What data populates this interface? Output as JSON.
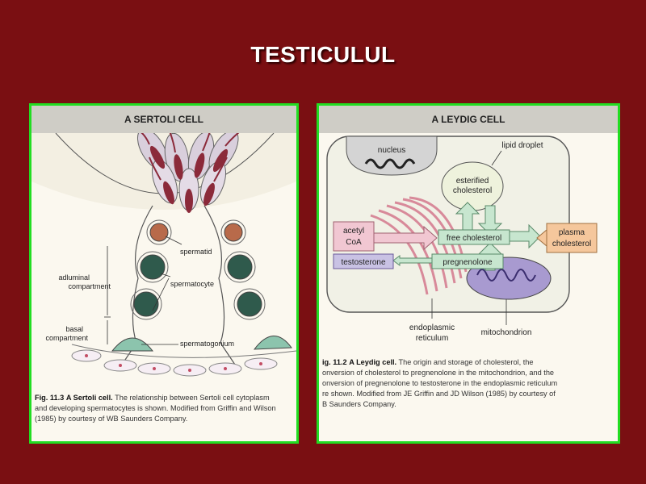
{
  "slide": {
    "title": "TESTICULUL"
  },
  "sertoli": {
    "header": "A SERTOLI CELL",
    "labels": {
      "spermatid": "spermatid",
      "adluminal": "adluminal",
      "compartment1": "compartment",
      "spermatocyte": "spermatocyte",
      "basal": "basal",
      "compartment2": "compartment",
      "spermatogonium": "spermatogonium"
    },
    "caption": {
      "fig": "Fig. 11.3",
      "title": "A Sertoli cell.",
      "line1": "The relationship between Sertoli cell cytoplasm",
      "line2": "and developing spermatocytes is shown. Modified from Griffin and Wilson",
      "line3": "(1985) by courtesy of WB Saunders Company."
    }
  },
  "leydig": {
    "header": "A LEYDIG CELL",
    "labels": {
      "nucleus": "nucleus",
      "lipid_droplet": "lipid droplet",
      "esterified1": "esterified",
      "esterified2": "cholesterol",
      "acetyl1": "acetyl",
      "acetyl2": "CoA",
      "free_cholesterol": "free cholesterol",
      "plasma1": "plasma",
      "plasma2": "cholesterol",
      "testosterone": "testosterone",
      "pregnenolone": "pregnenolone",
      "er1": "endoplasmic",
      "er2": "reticulum",
      "mitochondrion": "mitochondrion"
    },
    "caption": {
      "fig": "ig. 11.2",
      "title": "A Leydig cell.",
      "line1": "The origin and storage of cholesterol, the",
      "line2": "onversion of cholesterol to pregnenolone in the mitochondrion, and the",
      "line3": "onversion of pregnenolone to testosterone in the endoplasmic reticulum",
      "line4": "re shown. Modified from JE Griffin and JD Wilson (1985) by courtesy of",
      "line5": "B Saunders Company."
    }
  },
  "colors": {
    "background": "#7a0f12",
    "panel_border": "#22dd22",
    "spermatid": "#b86a4a",
    "spermatocyte": "#2f5a4c",
    "spermatogonium": "#8cc4ad",
    "acetyl_box": "#f1c7d2",
    "plasma_box": "#f5c79c",
    "testosterone_box": "#c9c2e4",
    "arrow_green": "#c7e6cf",
    "mitochondrion": "#a89ad0"
  }
}
